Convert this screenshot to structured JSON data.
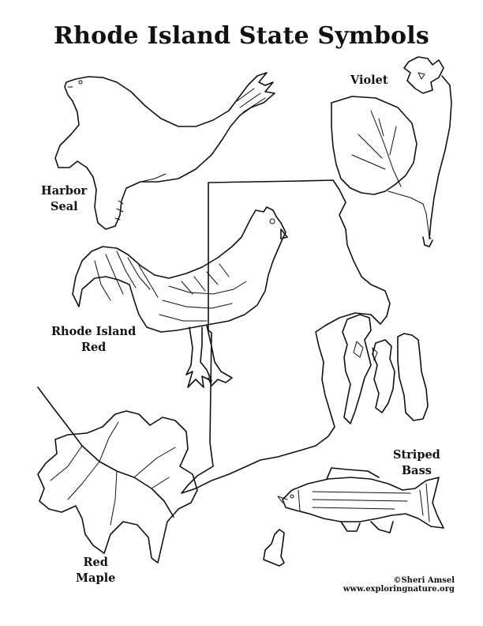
{
  "title": "Rhode Island State Symbols",
  "labels": {
    "harbor_seal": [
      "Harbor",
      "Seal"
    ],
    "violet": "Violet",
    "rhode_island_red": [
      "Rhode Island",
      "Red"
    ],
    "striped_bass": [
      "Striped",
      "Bass"
    ],
    "red_maple": [
      "Red",
      "Maple"
    ]
  },
  "credit": {
    "copyright": "©Sheri Amsel",
    "website": "www.exploringnature.org"
  },
  "icons": [
    "harbor-seal-drawing",
    "violet-drawing",
    "rooster-drawing",
    "state-map-outline",
    "striped-bass-drawing",
    "red-maple-leaf-drawing",
    "block-island-outline"
  ]
}
